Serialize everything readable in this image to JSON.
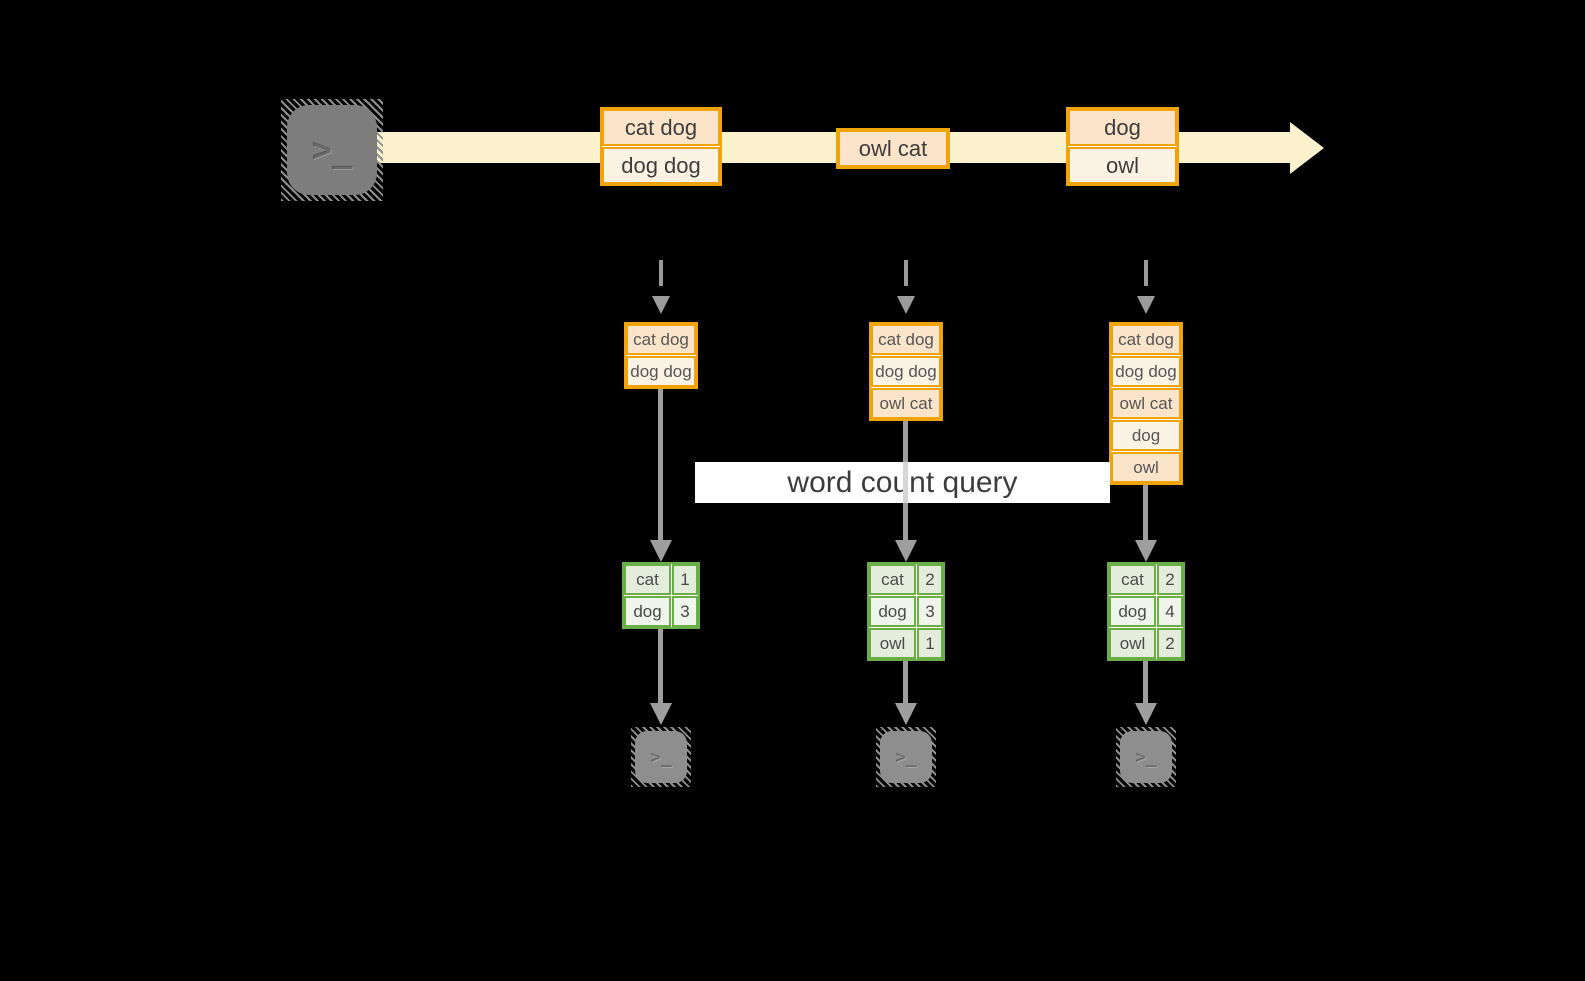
{
  "diagram": {
    "query_label": "word count query",
    "prompt_glyph": ">_"
  },
  "stream": {
    "events": [
      {
        "rows": [
          "cat dog",
          "dog dog"
        ]
      },
      {
        "rows": [
          "owl cat"
        ]
      },
      {
        "rows": [
          "dog",
          "owl"
        ]
      }
    ]
  },
  "columns": [
    {
      "buffer": [
        "cat dog",
        "dog dog"
      ],
      "counts": [
        {
          "word": "cat",
          "count": "1"
        },
        {
          "word": "dog",
          "count": "3"
        }
      ]
    },
    {
      "buffer": [
        "cat dog",
        "dog dog",
        "owl cat"
      ],
      "counts": [
        {
          "word": "cat",
          "count": "2"
        },
        {
          "word": "dog",
          "count": "3"
        },
        {
          "word": "owl",
          "count": "1"
        }
      ]
    },
    {
      "buffer": [
        "cat dog",
        "dog dog",
        "owl cat",
        "dog",
        "owl"
      ],
      "counts": [
        {
          "word": "cat",
          "count": "2"
        },
        {
          "word": "dog",
          "count": "4"
        },
        {
          "word": "owl",
          "count": "2"
        }
      ]
    }
  ],
  "colors": {
    "stream_band": "#fcf1cd",
    "box_border": "#f0a30a",
    "box_fill_peach": "#fbe4c9",
    "box_fill_cream": "#fdf3e4",
    "table_border": "#6aae47",
    "table_fill_a": "#e4eddb",
    "table_fill_b": "#eff5ea",
    "arrow_gray": "#9e9e9e",
    "terminal_gray": "#828282",
    "label_bg": "#ffffff",
    "text_dark": "#3d3d3d"
  }
}
